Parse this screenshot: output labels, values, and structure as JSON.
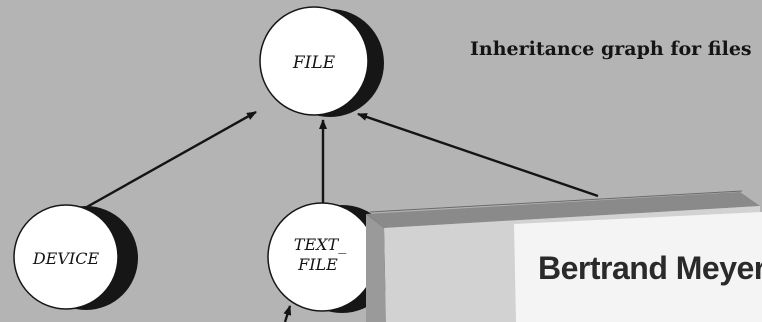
{
  "diagram": {
    "title": "Inheritance graph for files",
    "nodes": [
      {
        "id": "file",
        "lines": [
          "FILE"
        ]
      },
      {
        "id": "device",
        "lines": [
          "DEVICE"
        ]
      },
      {
        "id": "text-file",
        "lines": [
          "TEXT_",
          "FILE"
        ]
      }
    ],
    "edges": [
      {
        "from": "device",
        "to": "file"
      },
      {
        "from": "text-file",
        "to": "file"
      },
      {
        "from": "book",
        "to": "file"
      },
      {
        "from": "below",
        "to": "text-file"
      }
    ]
  },
  "book": {
    "author": "Bertrand Meyer",
    "colors": {
      "cover": "#d2d2d2",
      "panel": "#f4f4f4",
      "spine": "#9a9a9a"
    }
  },
  "colors": {
    "background": "#b4b4b4",
    "node_fill": "#ffffff",
    "node_shadow": "#161616",
    "ink": "#141414"
  }
}
